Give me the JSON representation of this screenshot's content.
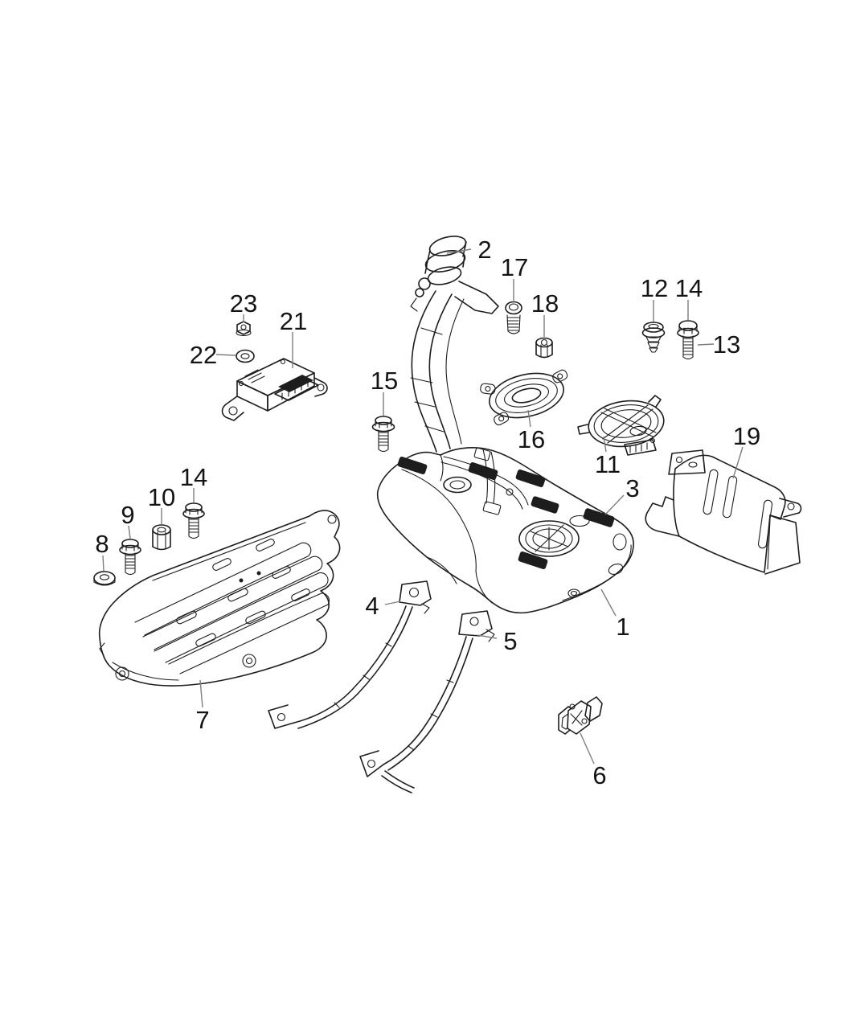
{
  "figure": {
    "kind": "exploded parts diagram",
    "background_color": "#ffffff",
    "part_line_color": "#1d1d1d",
    "leader_line_color": "#7e7e7e",
    "label_color": "#141414",
    "callouts": [
      {
        "label": "1"
      },
      {
        "label": "2"
      },
      {
        "label": "3"
      },
      {
        "label": "4"
      },
      {
        "label": "5"
      },
      {
        "label": "6"
      },
      {
        "label": "7"
      },
      {
        "label": "8"
      },
      {
        "label": "9"
      },
      {
        "label": "10"
      },
      {
        "label": "11"
      },
      {
        "label": "12"
      },
      {
        "label": "13"
      },
      {
        "label": "14"
      },
      {
        "label": "14"
      },
      {
        "label": "15"
      },
      {
        "label": "16"
      },
      {
        "label": "17"
      },
      {
        "label": "18"
      },
      {
        "label": "19"
      },
      {
        "label": "21"
      },
      {
        "label": "22"
      },
      {
        "label": "23"
      }
    ]
  }
}
